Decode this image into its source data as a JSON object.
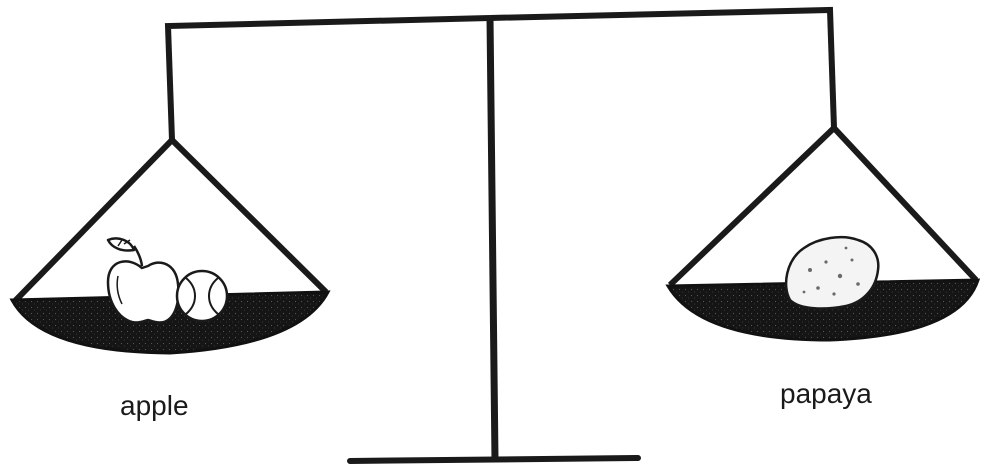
{
  "left_pan": {
    "label": "apple",
    "items": [
      "apple",
      "ball"
    ]
  },
  "right_pan": {
    "label": "papaya",
    "items": [
      "papaya"
    ]
  },
  "colors": {
    "ink": "#1a1a1a",
    "pan_fill": "#111111",
    "background": "#ffffff"
  }
}
